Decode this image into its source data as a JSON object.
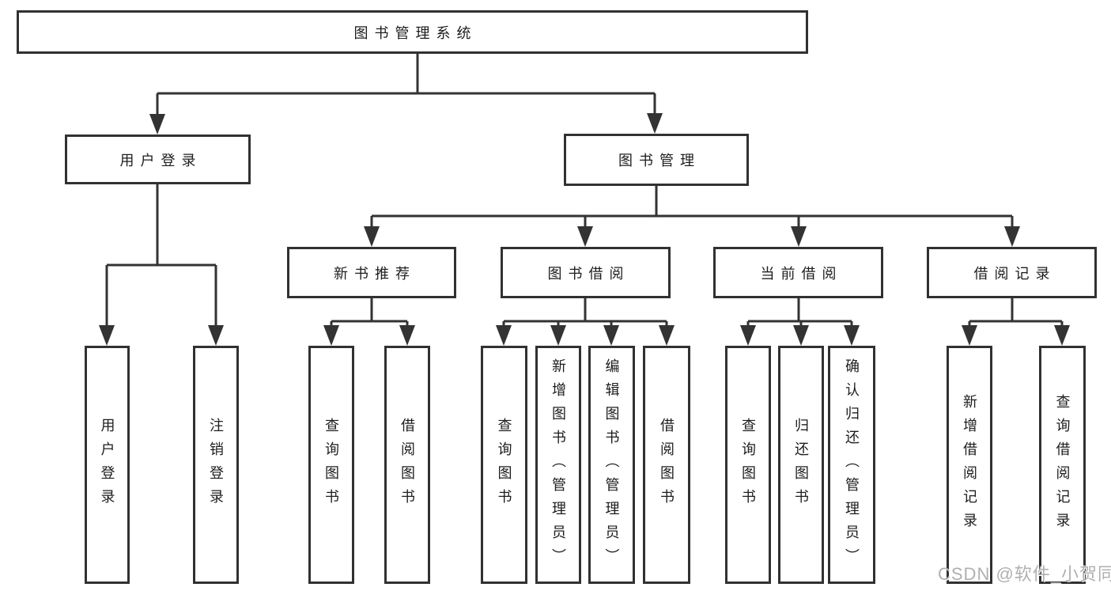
{
  "diagram": {
    "root": "图书管理系统",
    "level2": [
      "用户登录",
      "图书管理"
    ],
    "level3": [
      "新书推荐",
      "图书借阅",
      "当前借阅",
      "借阅记录"
    ],
    "leaves_user_login": [
      "用户登录",
      "注销登录"
    ],
    "leaves_new_book": [
      "查询图书",
      "借阅图书"
    ],
    "leaves_book_borrow": [
      "查询图书",
      "新增图书（管理员）",
      "编辑图书（管理员）",
      "借阅图书"
    ],
    "leaves_current_borrow": [
      "查询图书",
      "归还图书",
      "确认归还（管理员）"
    ],
    "leaves_borrow_record": [
      "新增借阅记录",
      "查询借阅记录"
    ]
  },
  "watermark": "CSDN @软件_小贺同学",
  "colors": {
    "line": "#333333",
    "box_border": "#313131",
    "text": "#1d1d1d",
    "watermark": "#b0b0b0",
    "background": "#ffffff"
  }
}
